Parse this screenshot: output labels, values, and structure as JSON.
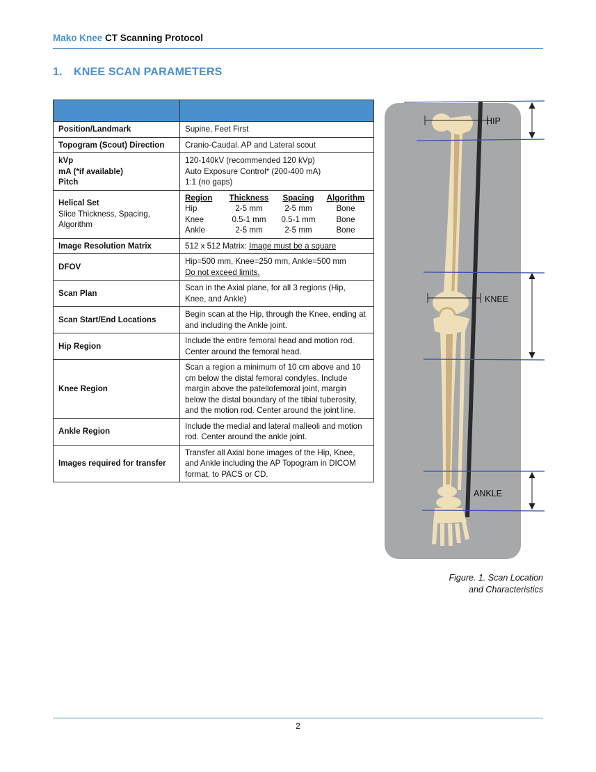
{
  "header": {
    "brand": "Mako Knee",
    "title": "CT Scanning Protocol"
  },
  "section": {
    "number": "1.",
    "title": "KNEE SCAN PARAMETERS"
  },
  "table": {
    "position": {
      "label": "Position/Landmark",
      "value": "Supine, Feet First"
    },
    "topogram": {
      "label": "Topogram (Scout) Direction",
      "value": "Cranio-Caudal. AP and Lateral scout"
    },
    "exposure": {
      "labels": [
        "kVp",
        "mA (*if available)",
        "Pitch"
      ],
      "values": [
        "120-140kV (recommended 120 kVp)",
        "Auto Exposure Control* (200-400 mA)",
        "1:1 (no gaps)"
      ]
    },
    "helical": {
      "label": "Helical Set",
      "sublabel": "Slice Thickness, Spacing, Algorithm",
      "columns": [
        "Region",
        "Thickness",
        "Spacing",
        "Algorithm"
      ],
      "rows": [
        [
          "Hip",
          "2-5 mm",
          "2-5 mm",
          "Bone"
        ],
        [
          "Knee",
          "0.5-1 mm",
          "0.5-1 mm",
          "Bone"
        ],
        [
          "Ankle",
          "2-5 mm",
          "2-5 mm",
          "Bone"
        ]
      ]
    },
    "matrix": {
      "label": "Image Resolution Matrix",
      "value": "512 x 512 Matrix:",
      "note": "Image must be a square"
    },
    "dfov": {
      "label": "DFOV",
      "value": "Hip=500 mm, Knee=250 mm, Ankle=500 mm",
      "note": "Do not exceed limits."
    },
    "scan_plan": {
      "label": "Scan Plan",
      "value": "Scan in the Axial plane, for all 3 regions (Hip, Knee, and Ankle)"
    },
    "start_end": {
      "label": "Scan Start/End Locations",
      "value": "Begin scan at the Hip, through the Knee, ending at and including the Ankle joint."
    },
    "hip_region": {
      "label": "Hip Region",
      "value": "Include the entire femoral head and motion rod. Center around the femoral head."
    },
    "knee_region": {
      "label": "Knee Region",
      "value": "Scan a region a minimum of 10 cm above and 10 cm below the distal femoral condyles. Include margin above the patellofemoral joint, margin below the distal boundary of the tibial tuberosity, and the motion rod. Center around the joint line."
    },
    "ankle_region": {
      "label": "Ankle Region",
      "value": "Include the medial and lateral malleoli and motion rod. Center around the ankle joint."
    },
    "transfer": {
      "label": "Images required for transfer",
      "value": "Transfer all Axial bone images of the Hip, Knee, and Ankle including the AP Topogram in DICOM format, to PACS or CD."
    }
  },
  "figure": {
    "labels": {
      "hip": "HIP",
      "knee": "KNEE",
      "ankle": "ANKLE"
    },
    "colors": {
      "panel": "#a7a8aa",
      "bone": "#efdfb8",
      "bone_shade": "#c9b183",
      "rod": "#2b2b2b",
      "scan_line": "#3a4fa8"
    }
  },
  "caption": {
    "line1": "Figure. 1. Scan Location",
    "line2": "and Characteristics"
  },
  "footer": {
    "page": "2"
  }
}
